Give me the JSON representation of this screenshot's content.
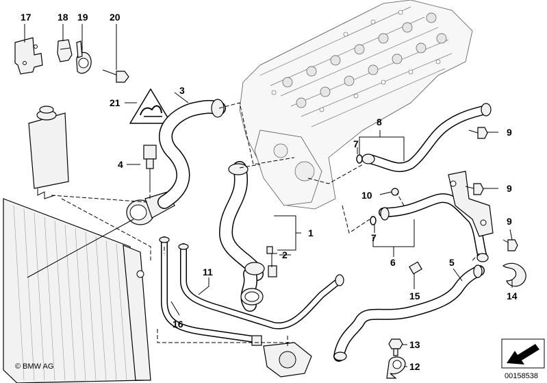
{
  "callouts": {
    "c1": "1",
    "c2": "2",
    "c3": "3",
    "c4": "4",
    "c5": "5",
    "c6": "6",
    "c7a": "7",
    "c7b": "7",
    "c8": "8",
    "c9a": "9",
    "c9b": "9",
    "c9c": "9",
    "c10": "10",
    "c11": "11",
    "c12": "12",
    "c13": "13",
    "c14": "14",
    "c15": "15",
    "c16": "16",
    "c17": "17",
    "c18": "18",
    "c19": "19",
    "c20": "20",
    "c21": "21"
  },
  "footer": {
    "copyright": "© BMW AG",
    "diagram_number": "00158538"
  }
}
